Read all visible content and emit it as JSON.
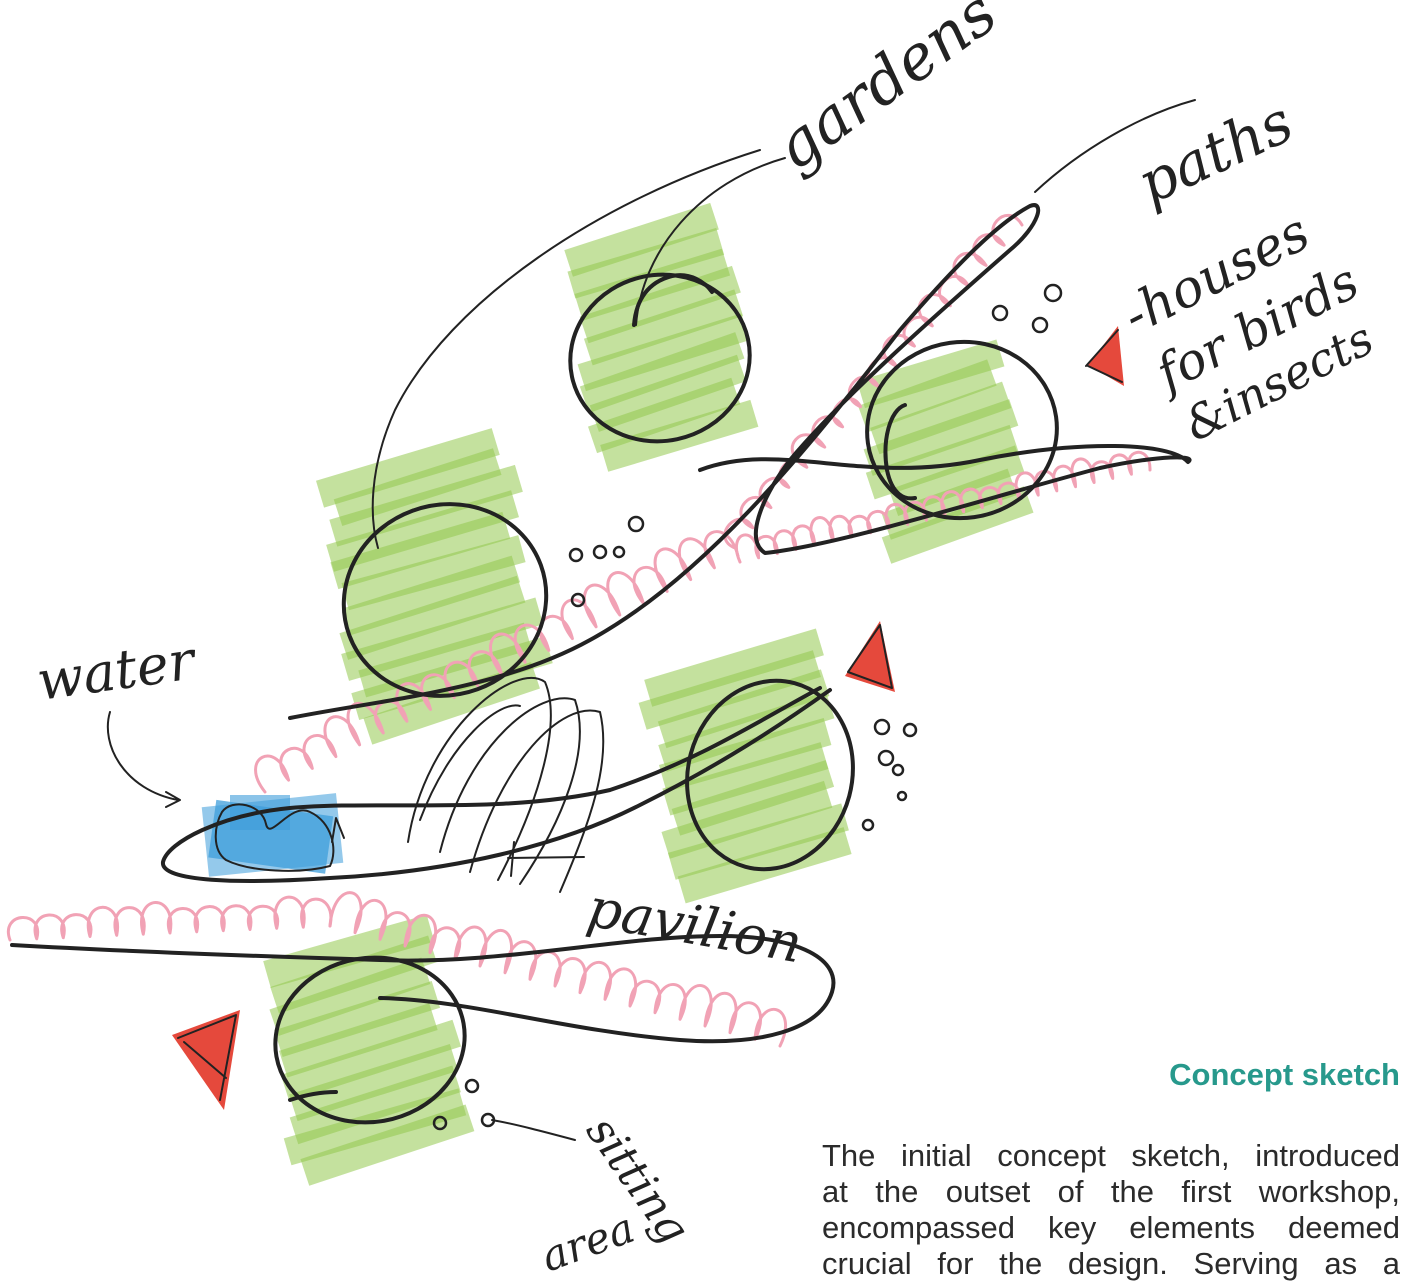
{
  "sketch": {
    "labels": {
      "gardens": "gardens",
      "paths": "paths",
      "houses": [
        "-houses",
        "for birds",
        "&insects"
      ],
      "water": "water",
      "pavilion": "pavilion",
      "sitting_area": [
        "sitting",
        "area"
      ]
    }
  },
  "caption": {
    "heading": "Concept sketch",
    "body_lines": [
      "The initial concept sketch, introduced",
      "at the outset of the first workshop,",
      "encompassed key elements deemed",
      "crucial for the design. Serving as a"
    ]
  },
  "colors": {
    "heading": "#27998c",
    "body_text": "#2b2b2b",
    "ink": "#222222",
    "garden_green": "#93c94f",
    "path_pink": "#f1a2b5",
    "birdhouse_red": "#e3392b",
    "water_blue": "#3d9ddb"
  }
}
